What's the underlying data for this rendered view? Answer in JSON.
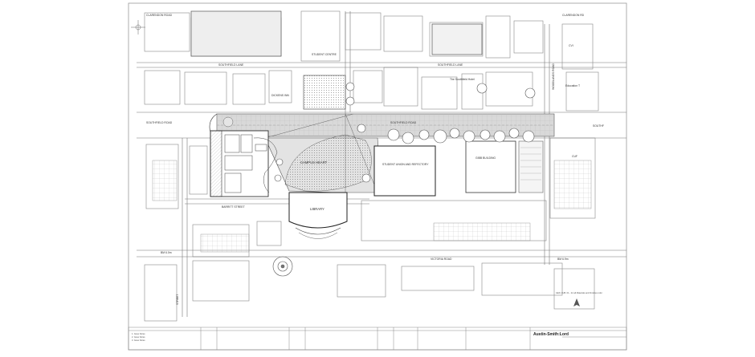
{
  "drawing": {
    "labels": {
      "clarendon_road_left": "CLARENDON ROAD",
      "clarendon_road_right": "CLARENDON RD",
      "student_centre": "STUDENT CENTRE",
      "southfield_lane_left": "SOUTHFIELD LANE",
      "southfield_lane_right": "SOUTHFIELD LANE",
      "the_southfield_hotel": "The Southfield Hotel",
      "dickens_inn": "DICKENS INN",
      "woodlands_road": "WOODLANDS ROAD",
      "cvi": "CVI",
      "education": "Education T",
      "southfield_road_left": "SOUTHFIELD ROAD",
      "southfield_road_mid": "SOUTHFIELD ROAD",
      "southf_right": "SOUTHF",
      "campus_heart": "CAMPUS HEART",
      "student_union": "STUDENT UNION AND REFECTORY",
      "gibb_building": "GIBB BUILDING",
      "cuf": "CUF",
      "barritt_street": "BARRITT STREET",
      "library": "LIBRARY",
      "victoria_road": "VICTORIA ROAD",
      "bm_left": "BM 6.0m",
      "bm_right": "BM 6.9m",
      "street_vertical": "STREET",
      "note": "GEN. LUB. 01 - for all Materials and Finishes refer"
    },
    "title_block": {
      "brand": "Austin-Smith:Lord",
      "rows": [
        "1. Issue Notes",
        "2. Issue Notes",
        "3. Issue Notes"
      ]
    },
    "colors": {
      "line": "#555555",
      "light_line": "#999999",
      "paving": "#d7d7d7",
      "hatch": "#c8c8c8",
      "tree": "#8a8a8a"
    }
  }
}
